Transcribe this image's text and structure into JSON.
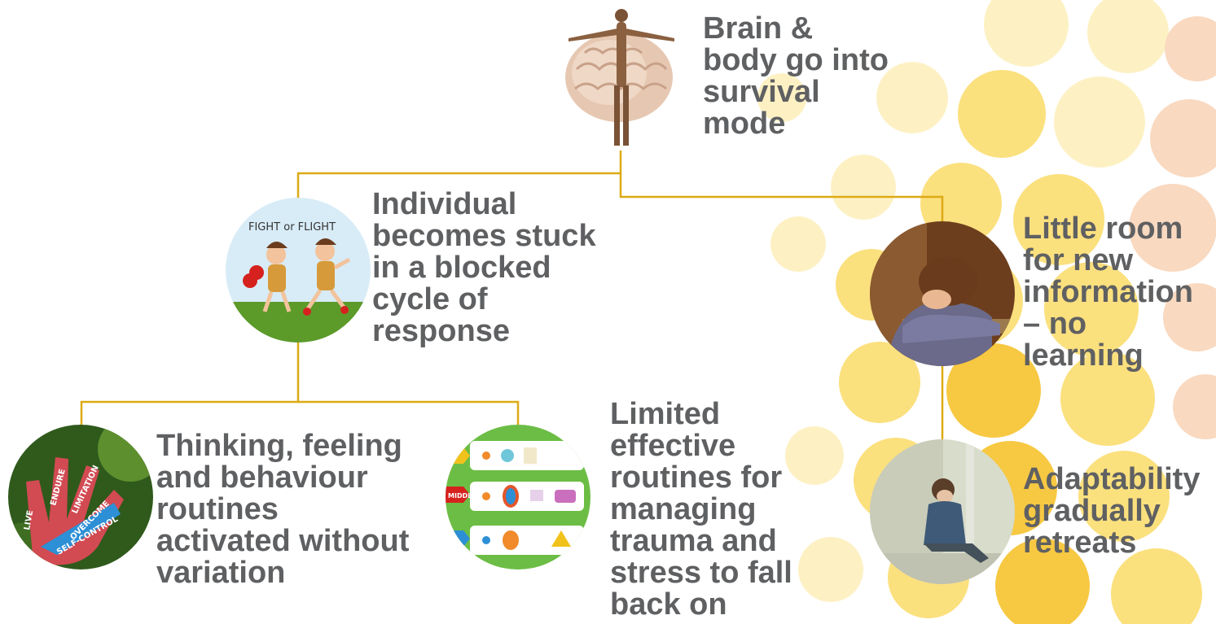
{
  "colors": {
    "connector": "#ddaa14",
    "text": "#5f6062",
    "dots_light": "#fdf1c4",
    "dots_mid": "#fbe07e",
    "dots_strong": "#f7c842",
    "dots_pink": "#f9d9c0"
  },
  "nodes": {
    "survival": {
      "text": "Brain &\nbody go into\nsurvival\nmode",
      "icon": "brain-body-figure-icon"
    },
    "stuck": {
      "text": "Individual\nbecomes stuck\nin a blocked\ncycle of\nresponse",
      "icon": "fight-or-flight-cartoon-icon",
      "image_text": "FIGHT or FLIGHT"
    },
    "routines": {
      "text": "Thinking, feeling\nand behaviour\nroutines\nactivated without\nvariation",
      "icon": "painted-hand-icon",
      "image_words": [
        "LIVE",
        "ENDURE",
        "LIMITATION",
        "OVERCOME",
        "SELF-CONTROL"
      ]
    },
    "limited": {
      "text": "Limited\neffective\nroutines for\nmanaging\ntrauma and\nstress to fall\nback on",
      "icon": "routine-chart-icon",
      "image_words": [
        "MIDDLE"
      ]
    },
    "little_room": {
      "text": "Little room\nfor new\ninformation\n– no\nlearning",
      "icon": "child-head-on-desk-icon"
    },
    "adaptability": {
      "text": "Adaptability\ngradually\nretreats",
      "icon": "child-sitting-corner-icon"
    }
  }
}
